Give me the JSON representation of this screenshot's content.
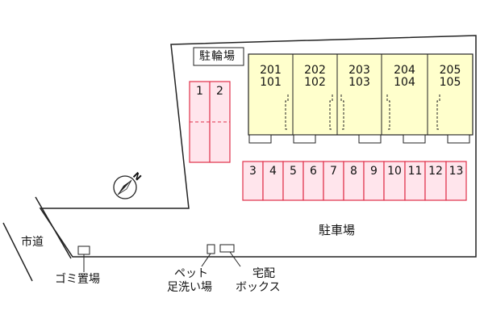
{
  "labels": {
    "bicycle_parking": "駐輪場",
    "parking_lot": "駐車場",
    "city_road": "市道",
    "garbage_area": "ゴミ置場",
    "pet_wash_line1": "ペット",
    "pet_wash_line2": "足洗い場",
    "delivery_box_line1": "宅配",
    "delivery_box_line2": "ボックス",
    "compass_north": "N"
  },
  "units": [
    {
      "upper": "201",
      "lower": "101"
    },
    {
      "upper": "202",
      "lower": "102"
    },
    {
      "upper": "203",
      "lower": "103"
    },
    {
      "upper": "204",
      "lower": "104"
    },
    {
      "upper": "205",
      "lower": "105"
    }
  ],
  "bike_slots": [
    "1",
    "2"
  ],
  "car_slots": [
    "3",
    "4",
    "5",
    "6",
    "7",
    "8",
    "9",
    "10",
    "11",
    "12",
    "13"
  ],
  "colors": {
    "building_fill": "#ffffcc",
    "parking_fill": "#ffe5ec",
    "parking_stroke": "#e0304a",
    "outline": "#222222"
  }
}
